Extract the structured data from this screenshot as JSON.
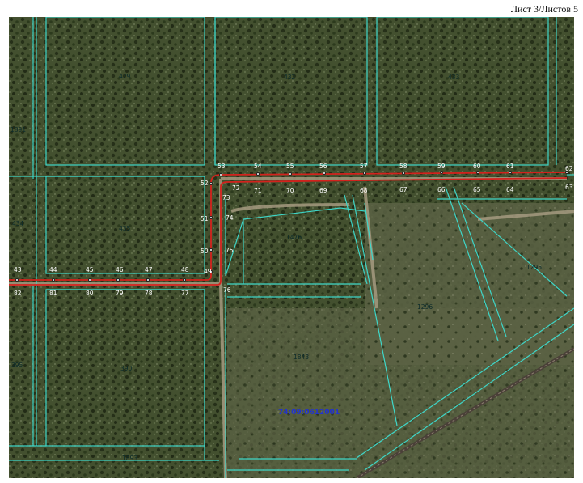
{
  "header": {
    "sheet": "Лист 3/Листов 5"
  },
  "map": {
    "colors": {
      "background": "#3d4a2c",
      "parcel_line": "#3ed6c8",
      "route": "#d3221d",
      "cadastral_block": "#2a3fd6"
    },
    "cadastral_block_label": "74:09:0612001",
    "parcels": [
      {
        "id": "p429",
        "label": "429"
      },
      {
        "id": "p432",
        "label": "432"
      },
      {
        "id": "p433",
        "label": "433"
      },
      {
        "id": "p1891",
        "label": "1891"
      },
      {
        "id": "p434",
        "label": "434"
      },
      {
        "id": "p435",
        "label": "435"
      },
      {
        "id": "p1476",
        "label": "1476"
      },
      {
        "id": "p1295",
        "label": "1295"
      },
      {
        "id": "p1296",
        "label": "1296"
      },
      {
        "id": "p395",
        "label": "395"
      },
      {
        "id": "p390",
        "label": "390"
      },
      {
        "id": "p1843",
        "label": "1843"
      },
      {
        "id": "p1893",
        "label": "1893"
      }
    ],
    "route_points": [
      "43",
      "44",
      "45",
      "46",
      "47",
      "48",
      "49",
      "50",
      "51",
      "52",
      "53",
      "54",
      "55",
      "56",
      "57",
      "58",
      "59",
      "60",
      "61",
      "62",
      "63",
      "64",
      "65",
      "66",
      "67",
      "68",
      "69",
      "70",
      "71",
      "72",
      "73",
      "74",
      "75",
      "76",
      "77",
      "78",
      "79",
      "80",
      "81",
      "82"
    ]
  }
}
